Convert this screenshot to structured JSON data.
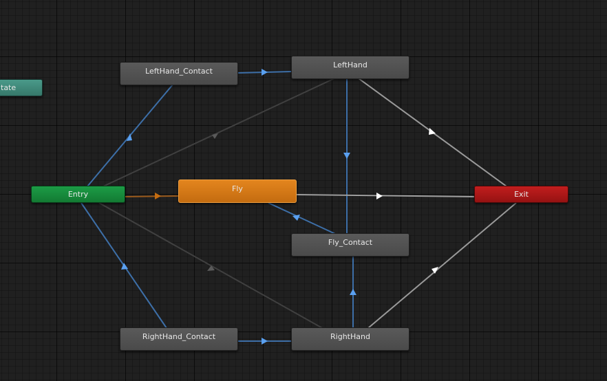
{
  "colors": {
    "background": "#202020",
    "transition_blue": "#3d6fa8",
    "transition_orange": "#9a5a1c",
    "transition_gray": "#9a9a9a",
    "transition_dark": "#404040",
    "node_default": "#4f4f4f",
    "node_entry": "#17863c",
    "node_exit": "#a81818",
    "node_default_state": "#d4781a",
    "node_any_state": "#3f8a7a"
  },
  "states": {
    "any_state": "tate",
    "entry": "Entry",
    "fly": "Fly",
    "exit": "Exit",
    "lefthand_contact": "LeftHand_Contact",
    "lefthand": "LeftHand",
    "fly_contact": "Fly_Contact",
    "righthand_contact": "RightHand_Contact",
    "righthand": "RightHand"
  }
}
